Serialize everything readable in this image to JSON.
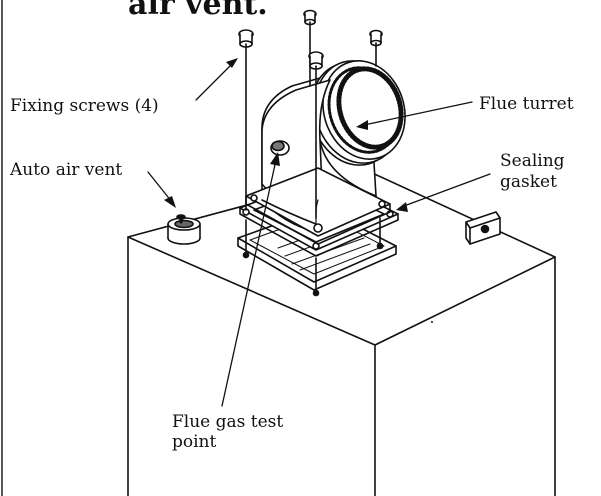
{
  "heading_fragment": "air vent.",
  "labels": {
    "fixing_screws": "Fixing screws (4)",
    "flue_turret": "Flue turret",
    "auto_air_vent": "Auto air vent",
    "sealing_gasket_line1": "Sealing",
    "sealing_gasket_line2": "gasket",
    "flue_gas_test_point_line1": "Flue gas test",
    "flue_gas_test_point_line2": "point"
  },
  "colors": {
    "ink": "#111111",
    "background": "#ffffff"
  }
}
